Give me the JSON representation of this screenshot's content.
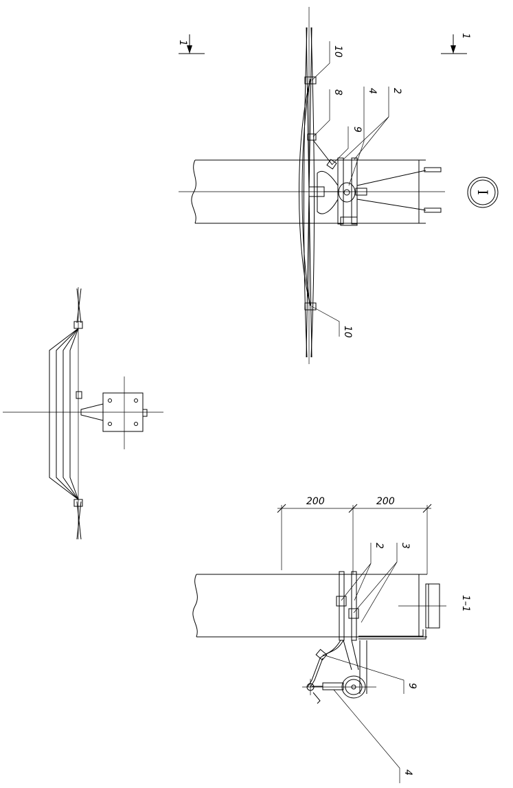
{
  "labels": {
    "section_mark_left": "1",
    "section_mark_right": "1",
    "callout_10_top": "10",
    "callout_8": "8",
    "callout_4_top": "4",
    "callout_2_top": "2",
    "callout_9_top": "9",
    "callout_10_bottom": "10",
    "node_number": "I",
    "dim_left": "200",
    "dim_right": "200",
    "callout_2_bottom": "2",
    "callout_3": "3",
    "callout_9_bottom": "9",
    "callout_4_bottom": "4",
    "section_title": "1–1"
  },
  "colors": {
    "line": "#000000",
    "background": "#ffffff"
  }
}
